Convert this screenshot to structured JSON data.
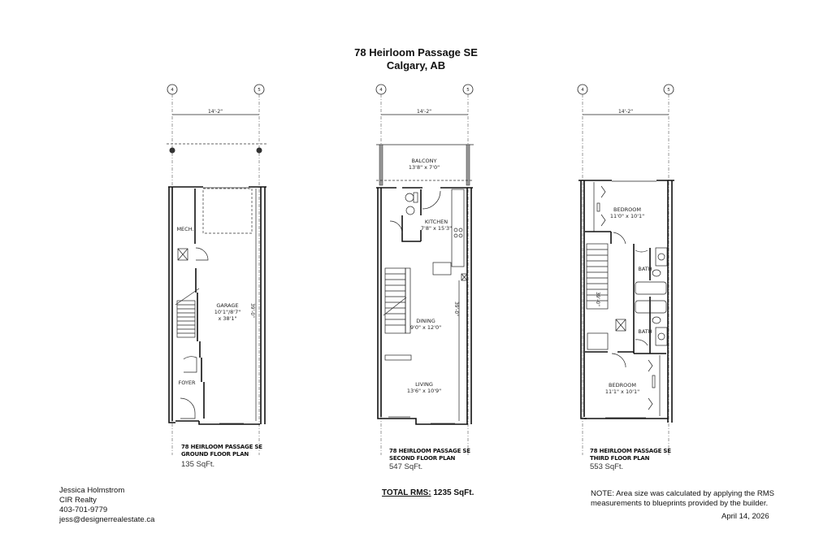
{
  "header": {
    "address_line1": "78 Heirloom Passage SE",
    "address_line2": "Calgary, AB"
  },
  "plans": [
    {
      "name": "ground",
      "grid_left": "4",
      "grid_right": "5",
      "width_dim": "14'-2\"",
      "depth_dim": "39'-0\"",
      "rooms": [
        {
          "label": "MECH.",
          "size": ""
        },
        {
          "label": "GARAGE",
          "size": "10'1\"/8'7\"",
          "size2": "x 38'1\""
        },
        {
          "label": "FOYER",
          "size": ""
        }
      ],
      "caption_line1": "78 HEIRLOOM PASSAGE SE",
      "caption_line2": "GROUND FLOOR PLAN",
      "area": "135 SqFt."
    },
    {
      "name": "second",
      "grid_left": "4",
      "grid_right": "5",
      "width_dim": "14'-2\"",
      "depth_dim": "39'-0\"",
      "rooms": [
        {
          "label": "BALCONY",
          "size": "13'8\" x 7'0\""
        },
        {
          "label": "KITCHEN",
          "size": "7'8\" x 15'3\""
        },
        {
          "label": "DINING",
          "size": "9'0\" x 12'0\""
        },
        {
          "label": "LIVING",
          "size": "13'6\" x 10'9\""
        }
      ],
      "caption_line1": "78 HEIRLOOM PASSAGE SE",
      "caption_line2": "SECOND FLOOR PLAN",
      "area": "547 SqFt."
    },
    {
      "name": "third",
      "grid_left": "4",
      "grid_right": "5",
      "width_dim": "14'-2\"",
      "depth_dim": "39'-0\"",
      "rooms": [
        {
          "label": "BEDROOM",
          "size": "11'0\" x 10'1\""
        },
        {
          "label": "BATH",
          "size": ""
        },
        {
          "label": "BATH",
          "size": ""
        },
        {
          "label": "BEDROOM",
          "size": "11'1\" x 10'1\""
        }
      ],
      "caption_line1": "78 HEIRLOOM PASSAGE SE",
      "caption_line2": "THIRD FLOOR PLAN",
      "area": "553 SqFt."
    }
  ],
  "footer": {
    "agent_name": "Jessica Holmstrom",
    "agent_company": "CIR Realty",
    "agent_phone": "403-701-9779",
    "agent_email": "jess@designerrealestate.ca",
    "total_label": "TOTAL RMS:",
    "total_value": "1235 SqFt.",
    "note_line1": "NOTE: Area size was calculated by applying the RMS",
    "note_line2": "measurements to blueprints provided by the builder.",
    "date": "April 14, 2026"
  }
}
